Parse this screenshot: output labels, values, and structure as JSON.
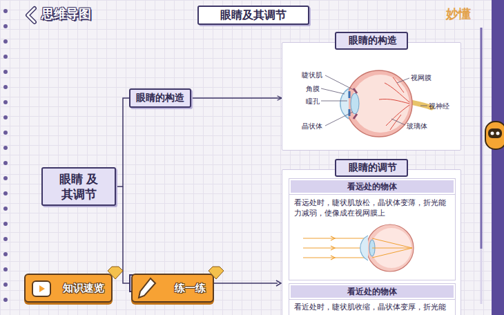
{
  "diagram": {
    "title": "眼睛及其调节",
    "nodes": [
      {
        "text": [
          "眼睛 及其调节"
        ]
      },
      {
        "text": [
          "眼睛的构造"
        ]
      },
      {
        "text": [
          "眼睛的构造"
        ]
      },
      {
        "text": [
          "眼睛的调节"
        ]
      },
      {
        "text": [
          "看远处的物体",
          "看远处时，睫状肌放松，晶状体变薄，折光能力减弱，使像成在视网膜上"
        ],
        "in": 3
      },
      {
        "text": [
          "看近处的物体",
          "看近处时，睫状肌收缩，晶状体变厚，折光能"
        ],
        "in": 3
      },
      {
        "text": [
          "知识速览"
        ]
      },
      {
        "text": [
          "练一练"
        ]
      }
    ],
    "edges": [
      {
        "from": 0,
        "to": 1,
        "arrow": "none"
      },
      {
        "from": 1,
        "to": 2,
        "arrow": "to"
      }
    ],
    "labels": [
      "思维导图",
      "妙懂",
      "睫状肌",
      "角膜",
      "瞳孔",
      "晶状体",
      "视网膜",
      "视神经",
      "玻璃体"
    ]
  }
}
